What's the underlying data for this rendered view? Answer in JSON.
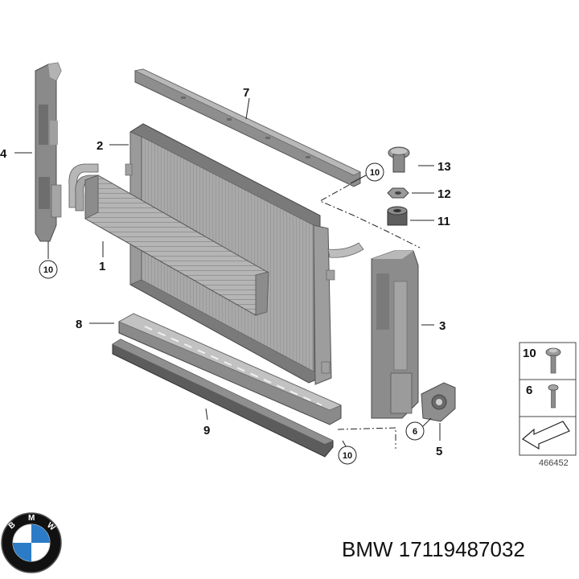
{
  "diagram": {
    "callouts": {
      "c1": "1",
      "c2": "2",
      "c3": "3",
      "c4": "4",
      "c5": "5",
      "c6": "6",
      "c7": "7",
      "c8": "8",
      "c9": "9",
      "c10a": "10",
      "c10b": "10",
      "c10c": "10",
      "c11": "11",
      "c12": "12",
      "c13": "13"
    },
    "legend": {
      "item1": "10",
      "item2": "6"
    },
    "diagram_id": "466452"
  },
  "caption": {
    "text": "BMW 17119487032"
  },
  "logo": {
    "letters": "BMW"
  },
  "colors": {
    "part_fill": "#8e8e8e",
    "part_dark": "#5e5e5e",
    "part_light": "#c4c4c4",
    "ink": "#111111",
    "logo_blue": "#2b7bc6"
  }
}
